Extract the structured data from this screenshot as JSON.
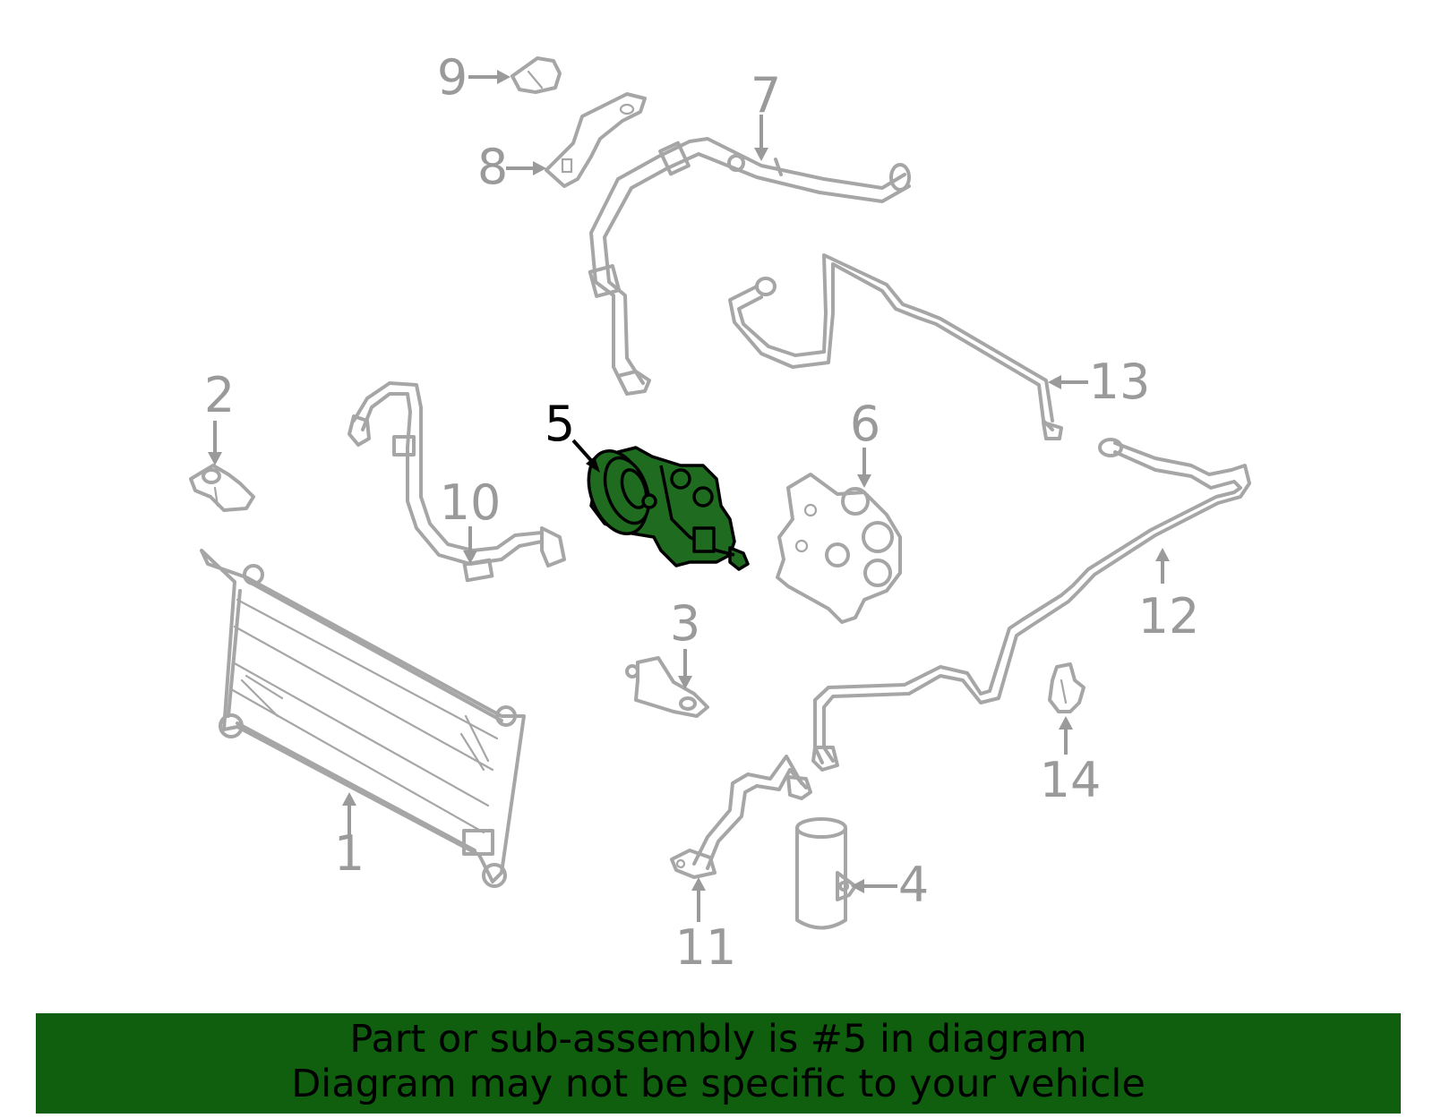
{
  "callouts": [
    {
      "id": "1",
      "label": "1"
    },
    {
      "id": "2",
      "label": "2"
    },
    {
      "id": "3",
      "label": "3"
    },
    {
      "id": "4",
      "label": "4"
    },
    {
      "id": "5",
      "label": "5"
    },
    {
      "id": "6",
      "label": "6"
    },
    {
      "id": "7",
      "label": "7"
    },
    {
      "id": "8",
      "label": "8"
    },
    {
      "id": "9",
      "label": "9"
    },
    {
      "id": "10",
      "label": "10"
    },
    {
      "id": "11",
      "label": "11"
    },
    {
      "id": "12",
      "label": "12"
    },
    {
      "id": "13",
      "label": "13"
    },
    {
      "id": "14",
      "label": "14"
    }
  ],
  "highlighted_part": "5",
  "colors": {
    "highlight_fill": "#1f6b1f",
    "line_art": "#a6a6a6",
    "banner_bg": "#0f5f0f"
  },
  "banner": {
    "line1": "Part or sub-assembly is #5 in diagram",
    "line2": "Diagram may not be specific to your vehicle"
  }
}
